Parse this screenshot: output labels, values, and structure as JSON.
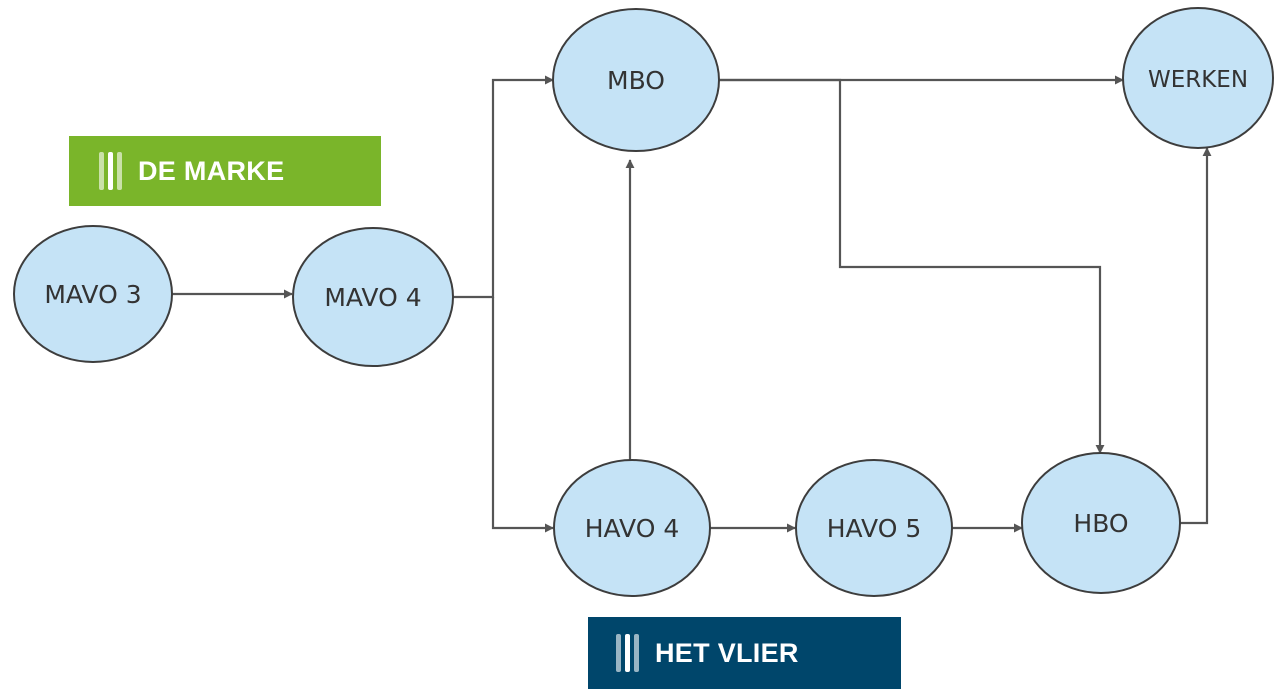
{
  "banners": {
    "de_marke": {
      "text": "DE MARKE",
      "color": "#7ab52a"
    },
    "het_vlier": {
      "text": "HET VLIER",
      "color": "#00466b"
    }
  },
  "nodes": {
    "mavo3": "MAVO 3",
    "mavo4": "MAVO 4",
    "mbo": "MBO",
    "werken": "WERKEN",
    "havo4": "HAVO 4",
    "havo5": "HAVO 5",
    "hbo": "HBO"
  },
  "edges": [
    [
      "MAVO 3",
      "MAVO 4"
    ],
    [
      "MAVO 4",
      "MBO"
    ],
    [
      "MAVO 4",
      "HAVO 4"
    ],
    [
      "MBO",
      "WERKEN"
    ],
    [
      "MBO",
      "HBO"
    ],
    [
      "HAVO 4",
      "MBO"
    ],
    [
      "HAVO 4",
      "HAVO 5"
    ],
    [
      "HAVO 5",
      "HBO"
    ],
    [
      "HBO",
      "WERKEN"
    ]
  ],
  "colors": {
    "node_fill": "#c5e3f6",
    "node_stroke": "#3d3d3d",
    "edge": "#555555"
  }
}
